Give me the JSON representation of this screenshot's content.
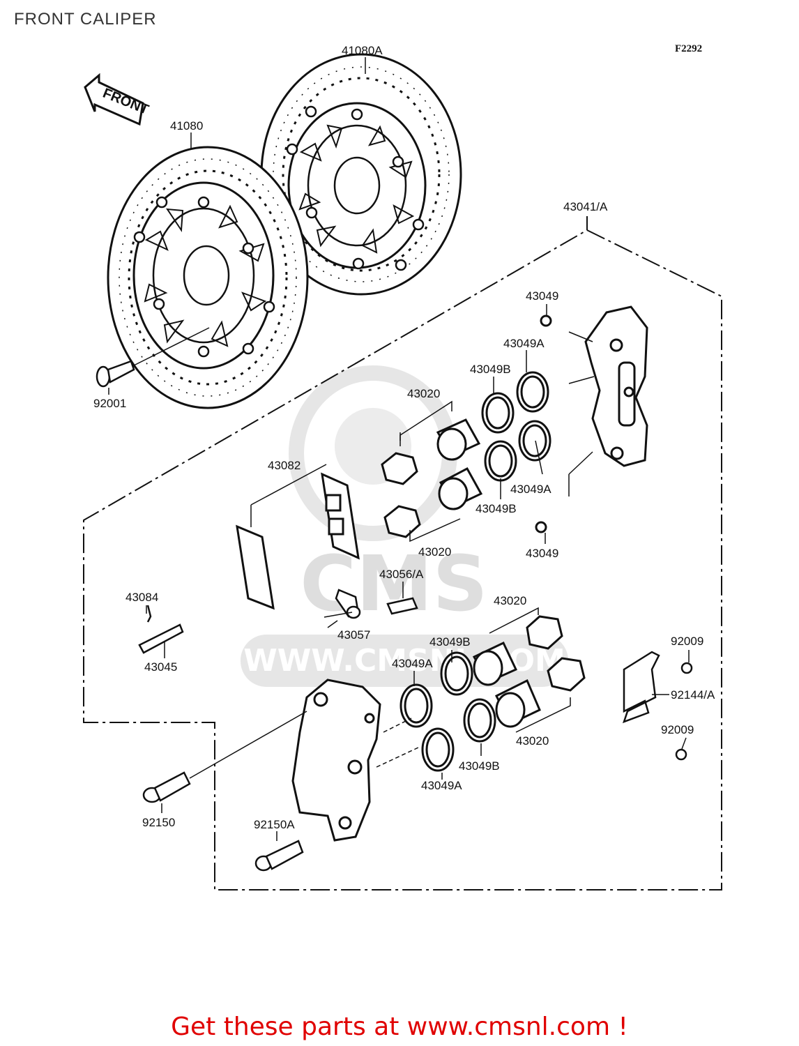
{
  "page": {
    "title": "FRONT CALIPER",
    "diagram_code": "F2292"
  },
  "watermark": {
    "brand": "CMS",
    "url": "WWW.CMSNL.COM"
  },
  "front_arrow_label": "FRONT",
  "callouts": [
    {
      "id": "c-41080A",
      "label": "41080A"
    },
    {
      "id": "c-41080",
      "label": "41080"
    },
    {
      "id": "c-92001",
      "label": "92001"
    },
    {
      "id": "c-43041A",
      "label": "43041/A"
    },
    {
      "id": "c-43049-top",
      "label": "43049"
    },
    {
      "id": "c-43049A-top",
      "label": "43049A"
    },
    {
      "id": "c-43049B-top",
      "label": "43049B"
    },
    {
      "id": "c-43020-top",
      "label": "43020"
    },
    {
      "id": "c-43082",
      "label": "43082"
    },
    {
      "id": "c-43049A-mid",
      "label": "43049A"
    },
    {
      "id": "c-43049B-mid",
      "label": "43049B"
    },
    {
      "id": "c-43020-mid",
      "label": "43020"
    },
    {
      "id": "c-43049-mid",
      "label": "43049"
    },
    {
      "id": "c-43056A",
      "label": "43056/A"
    },
    {
      "id": "c-43084",
      "label": "43084"
    },
    {
      "id": "c-43057",
      "label": "43057"
    },
    {
      "id": "c-43020-low",
      "label": "43020"
    },
    {
      "id": "c-43045",
      "label": "43045"
    },
    {
      "id": "c-43049B-low",
      "label": "43049B"
    },
    {
      "id": "c-92009-top",
      "label": "92009"
    },
    {
      "id": "c-43049A-low",
      "label": "43049A"
    },
    {
      "id": "c-92144A",
      "label": "92144/A"
    },
    {
      "id": "c-92009-low",
      "label": "92009"
    },
    {
      "id": "c-43020-bot",
      "label": "43020"
    },
    {
      "id": "c-43049B-bot",
      "label": "43049B"
    },
    {
      "id": "c-43049A-bot",
      "label": "43049A"
    },
    {
      "id": "c-92150",
      "label": "92150"
    },
    {
      "id": "c-92150A",
      "label": "92150A"
    }
  ],
  "footer": {
    "cta": "Get these parts at www.cmsnl.com !"
  },
  "colors": {
    "line": "#111111",
    "watermark": "#dedede",
    "cta": "#e00000"
  }
}
